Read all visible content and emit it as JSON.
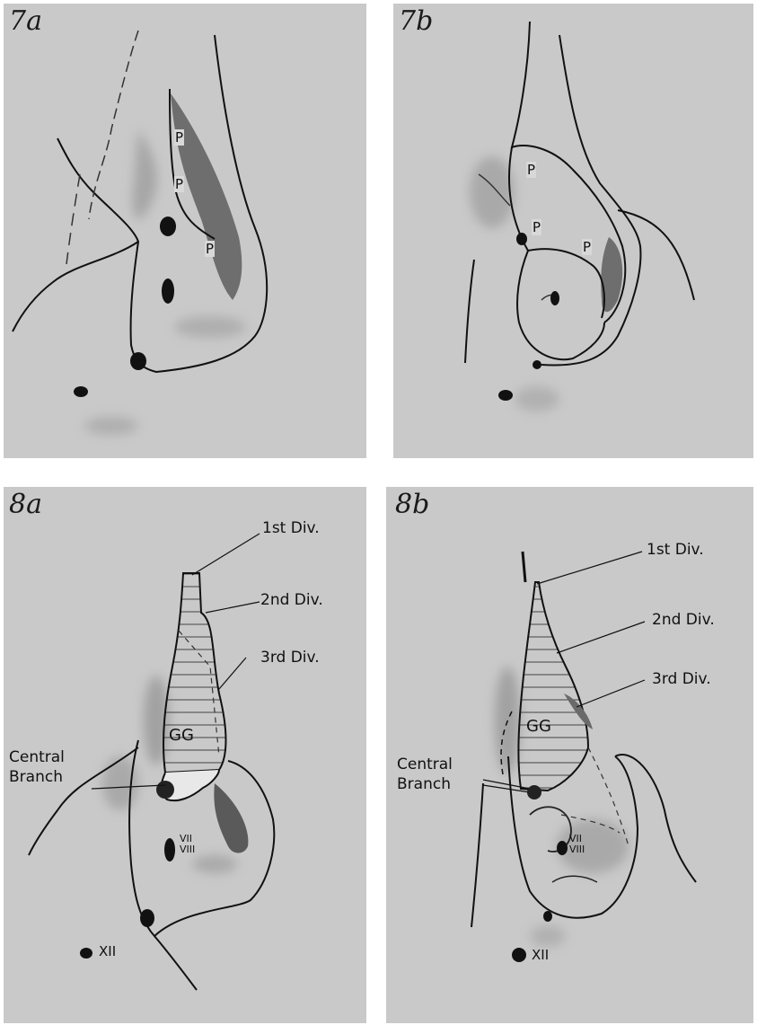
{
  "panels": {
    "fig7a": {
      "label": "7a",
      "parts": [
        "P",
        "P",
        "P"
      ]
    },
    "fig7b": {
      "label": "7b",
      "parts": [
        "P",
        "P",
        "P"
      ]
    },
    "fig8a": {
      "label": "8a",
      "first_div": "1st Div.",
      "second_div": "2nd Div.",
      "third_div": "3rd Div.",
      "gg": "GG",
      "central_branch": "Central\nBranch",
      "nerves_7_8": "VII\nVIII",
      "nerve_12": "XII"
    },
    "fig8b": {
      "label": "8b",
      "first_div": "1st Div.",
      "second_div": "2nd Div.",
      "third_div": "3rd Div.",
      "gg": "GG",
      "central_branch": "Central\nBranch",
      "nerves_7_8": "VII\nVIII",
      "nerve_12": "XII"
    }
  },
  "colors": {
    "background": "#c9c9c9",
    "shading": "#6e6e6e",
    "ink": "#111111"
  }
}
